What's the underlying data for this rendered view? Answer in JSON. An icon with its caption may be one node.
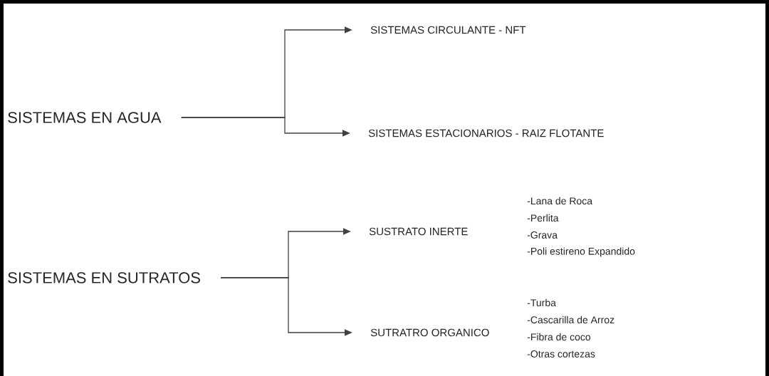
{
  "diagram": {
    "nodes": [
      {
        "text": [
          "SISTEMAS EN AGUA"
        ]
      },
      {
        "text": [
          "SISTEMAS CIRCULANTE  - NFT"
        ]
      },
      {
        "text": [
          "SISTEMAS ESTACIONARIOS  - RAIZ FLOTANTE"
        ]
      },
      {
        "text": [
          "SISTEMAS EN SUTRATOS"
        ]
      },
      {
        "text": [
          "SUSTRATO INERTE"
        ],
        "beside": [
          "-Lana de Roca",
          "-Perlita",
          "-Grava",
          "-Poli estireno Expandido"
        ]
      },
      {
        "text": [
          "SUTRATRO ORGANICO"
        ],
        "beside": [
          "-Turba",
          "-Cascarilla de Arroz",
          "-Fibra de coco",
          "-Otras cortezas"
        ]
      }
    ],
    "edges": [
      {
        "from": 0,
        "to": 1,
        "arrow": "to"
      },
      {
        "from": 0,
        "to": 2,
        "arrow": "to"
      },
      {
        "from": 3,
        "to": 4,
        "arrow": "to"
      },
      {
        "from": 3,
        "to": 5,
        "arrow": "to"
      }
    ]
  }
}
